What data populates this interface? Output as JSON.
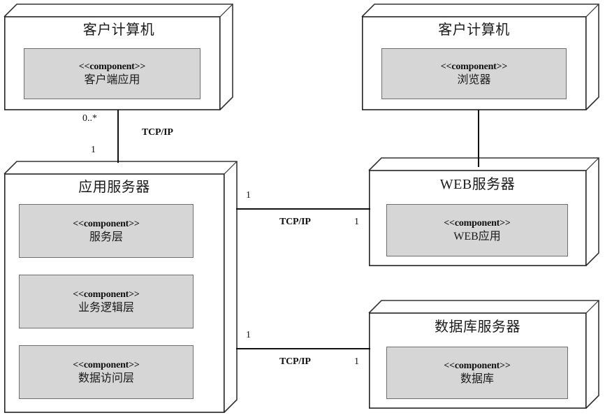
{
  "diagram": {
    "type": "uml-deployment-diagram",
    "stereotype_label": "<<component>>",
    "nodes": [
      {
        "id": "client-computer-left",
        "title": "客户计算机",
        "components": [
          {
            "stereotype": "<<component>>",
            "name": "客户端应用"
          }
        ]
      },
      {
        "id": "client-computer-right",
        "title": "客户计算机",
        "components": [
          {
            "stereotype": "<<component>>",
            "name": "浏览器"
          }
        ]
      },
      {
        "id": "application-server",
        "title": "应用服务器",
        "components": [
          {
            "stereotype": "<<component>>",
            "name": "服务层"
          },
          {
            "stereotype": "<<component>>",
            "name": "业务逻辑层"
          },
          {
            "stereotype": "<<component>>",
            "name": "数据访问层"
          }
        ]
      },
      {
        "id": "web-server",
        "title": "WEB服务器",
        "components": [
          {
            "stereotype": "<<component>>",
            "name": "WEB应用"
          }
        ]
      },
      {
        "id": "database-server",
        "title": "数据库服务器",
        "components": [
          {
            "stereotype": "<<component>>",
            "name": "数据库"
          }
        ]
      }
    ],
    "connections": [
      {
        "id": "client-to-appserver",
        "from": "client-computer-left",
        "to": "application-server",
        "protocol": "TCP/IP",
        "source_multiplicity": "0..*",
        "target_multiplicity": "1"
      },
      {
        "id": "appserver-to-webserver",
        "from": "application-server",
        "to": "web-server",
        "protocol": "TCP/IP",
        "source_multiplicity": "1",
        "target_multiplicity": "1"
      },
      {
        "id": "appserver-to-database",
        "from": "application-server",
        "to": "database-server",
        "protocol": "TCP/IP",
        "source_multiplicity": "1",
        "target_multiplicity": "1"
      },
      {
        "id": "browser-to-webserver",
        "from": "client-computer-right",
        "to": "web-server",
        "protocol": "",
        "source_multiplicity": "",
        "target_multiplicity": ""
      }
    ]
  },
  "colors": {
    "component_fill": "#d6d6d6",
    "component_border": "#6e6e6e",
    "node_border": "#222222",
    "connector": "#111111",
    "background": "#ffffff"
  }
}
